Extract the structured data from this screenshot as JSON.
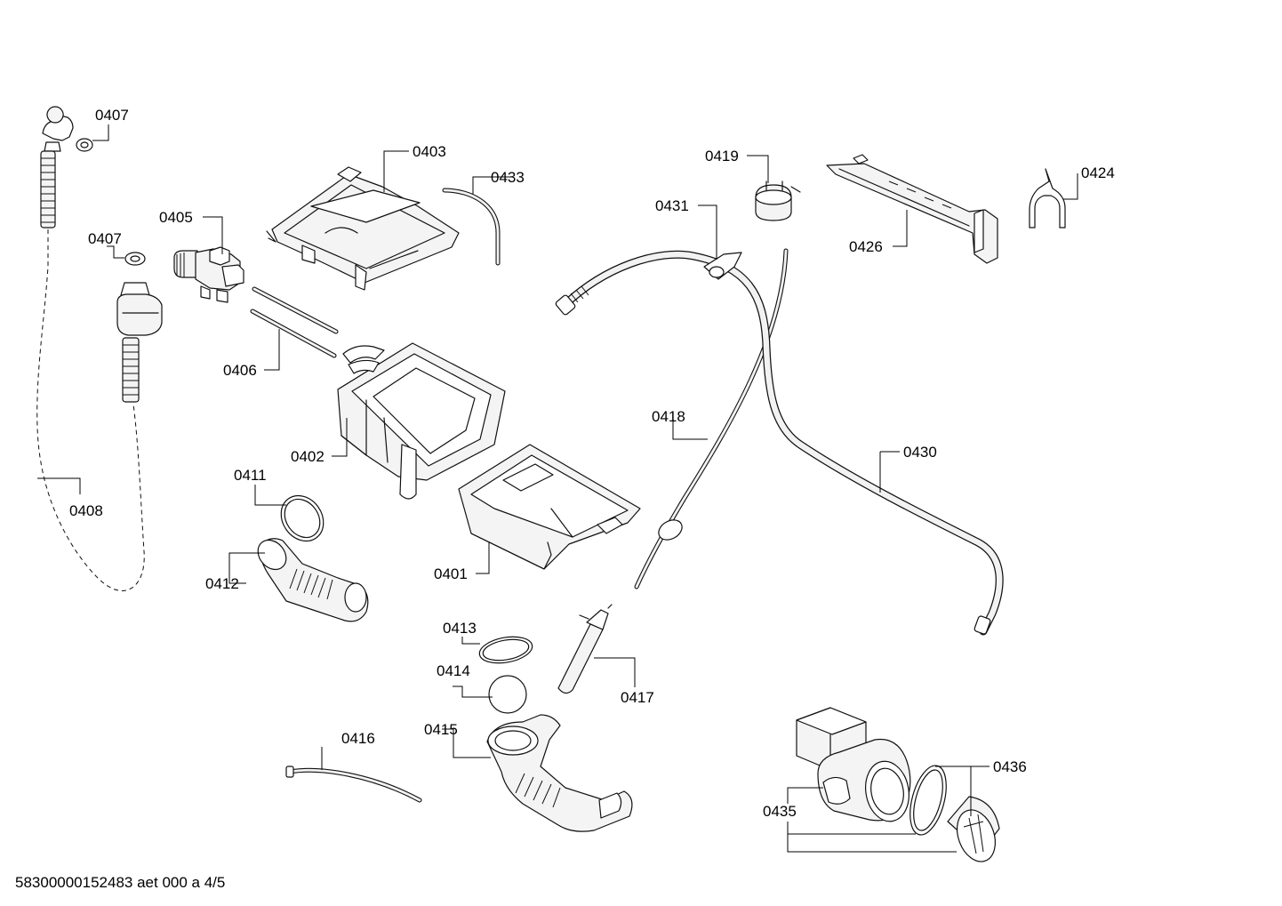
{
  "labels": {
    "l0407a": "0407",
    "l0403": "0403",
    "l0433": "0433",
    "l0419": "0419",
    "l0424": "0424",
    "l0405": "0405",
    "l0431": "0431",
    "l0426": "0426",
    "l0407b": "0407",
    "l0406": "0406",
    "l0418": "0418",
    "l0402": "0402",
    "l0430": "0430",
    "l0411": "0411",
    "l0408": "0408",
    "l0401": "0401",
    "l0412": "0412",
    "l0413": "0413",
    "l0414": "0414",
    "l0417": "0417",
    "l0415": "0415",
    "l0416": "0416",
    "l0436": "0436",
    "l0435": "0435"
  },
  "footer": "58300000152483 aet 000 a 4/5"
}
